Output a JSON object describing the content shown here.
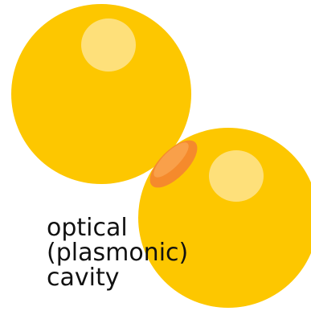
{
  "label": {
    "line1": "optical",
    "line2": "(plasmonic)",
    "line3": "cavity"
  },
  "colors": {
    "gold": "#FDC700",
    "highlight": "#FEE07A",
    "gap_outer": "#F58A2C",
    "gap_inner": "#F9A04A",
    "text": "#111111",
    "background": "#FFFFFF"
  }
}
